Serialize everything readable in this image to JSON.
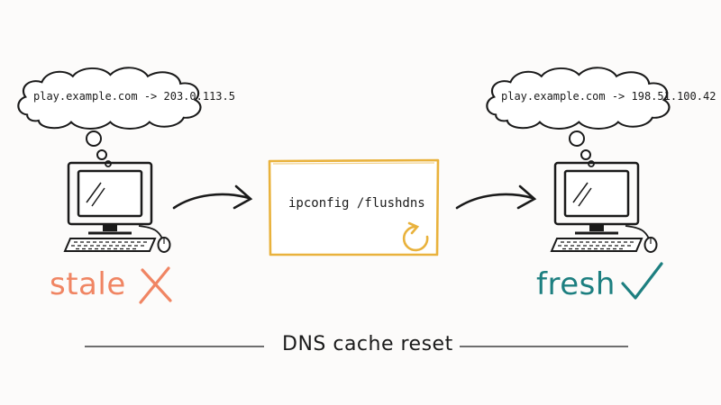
{
  "left_bubble": {
    "text": "play.example.com -> 203.0.113.5"
  },
  "right_bubble": {
    "text": "play.example.com -> 198.51.100.42"
  },
  "command": {
    "text": "ipconfig /flushdns"
  },
  "left_status": {
    "label": "stale",
    "icon": "x-mark-icon",
    "color": "#f08563"
  },
  "right_status": {
    "label": "fresh",
    "icon": "check-mark-icon",
    "color": "#1d7f80"
  },
  "caption": {
    "text": "DNS cache reset"
  },
  "colors": {
    "command_box": "#e9b23c",
    "ink": "#1a1a1a",
    "background": "#fcfbfa"
  }
}
